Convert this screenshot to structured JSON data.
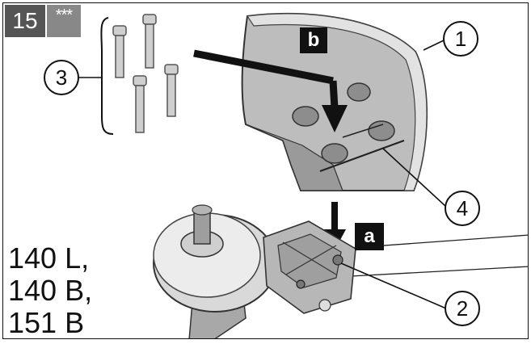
{
  "step": {
    "number": "15",
    "difficulty": "***"
  },
  "labels": {
    "a": "a",
    "b": "b"
  },
  "callouts": [
    "1",
    "2",
    "3",
    "4"
  ],
  "models": [
    "140 L,",
    "140 B,",
    "151 B"
  ]
}
